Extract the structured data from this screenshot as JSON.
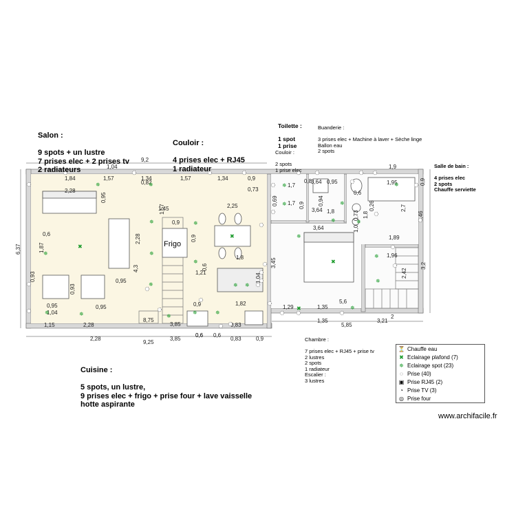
{
  "notes": {
    "salon": {
      "title": "Salon :",
      "body": "9 spots + un lustre\n7 prises elec + 2 prises tv\n2 radiateurs"
    },
    "couloir_top": {
      "title": "Couloir :",
      "body": "4 prises elec + RJ45\n1 radiateur"
    },
    "toilette": {
      "title": "Toilette :",
      "body": "1 spot\n1 prise"
    },
    "buanderie": {
      "title": "Buanderie :",
      "body": "3 prises elec + Machine à laver + Sèche linge\nBallon eau\n2 spots"
    },
    "couloir_small": {
      "title": "Couloir :",
      "body": "2 spots\n1 prise elec"
    },
    "salle_de_bain": {
      "title": "Salle de bain :",
      "body": "4 prises elec\n2 spots\nChauffe serviette"
    },
    "cuisine": {
      "title": "Cuisine :",
      "body": "5 spots, un lustre,\n9 prises  elec + frigo + prise four + lave vaisselle\nhotte aspirante"
    },
    "chambre": {
      "title": "Chambre :",
      "body": "7 prises elec + RJ45 + prise tv\n2 lustres\n2 spots\n1 radiateur\nEscalier :\n3 lustres"
    }
  },
  "legend": [
    {
      "icon": "chauffe-eau-icon",
      "label": "Chauffe eau"
    },
    {
      "icon": "ceiling-light-icon",
      "label": "Eclairage plafond (7)"
    },
    {
      "icon": "spot-light-icon",
      "label": "Eclairage spot (23)"
    },
    {
      "icon": "outlet-icon",
      "label": "Prise (40)"
    },
    {
      "icon": "rj45-outlet-icon",
      "label": "Prise  RJ45 (2)"
    },
    {
      "icon": "tv-outlet-icon",
      "label": "Prise TV (3)"
    },
    {
      "icon": "oven-outlet-icon",
      "label": "Prise four"
    }
  ],
  "plan": {
    "frigo_label": "Frigo",
    "dimensions": [
      "9,2",
      "1,04",
      "1,84",
      "1,57",
      "1,34",
      "1,57",
      "1,34",
      "0,9",
      "0,73",
      "2,28",
      "0,95",
      "1,45",
      "0,82",
      "0,9",
      "2,25",
      "0,6",
      "1,87",
      "0,9",
      "2,28",
      "1,57",
      "4,3",
      "0,95",
      "1,21",
      "0,6",
      "1,8",
      "0,93",
      "0,93",
      "0,95",
      "0,95",
      "1,04",
      "2,28",
      "1,15",
      "0,9",
      "1,82",
      "8,75",
      "3,85",
      "0,6",
      "0,83",
      "0,6",
      "2,28",
      "9,25",
      "3,85",
      "0,6",
      "0,83",
      "0,9",
      "1,9",
      "1,7",
      "0,8",
      "3,64",
      "0,95",
      "1,95",
      "0,9",
      "0,69",
      "1,7",
      "0,9",
      "0,94",
      "3,64",
      "1,8",
      "0,6",
      "0,26",
      "2,7",
      "1,46",
      "0,73",
      "1,8",
      "3,64",
      "1,0",
      "1,89",
      "3,45",
      "1,96",
      "3,2",
      "1,04",
      "2,42",
      "1,29",
      "1,35",
      "5,6",
      "1,35",
      "5,85",
      "3,21",
      "2",
      "6,37"
    ]
  },
  "watermark": "www.archifacile.fr"
}
